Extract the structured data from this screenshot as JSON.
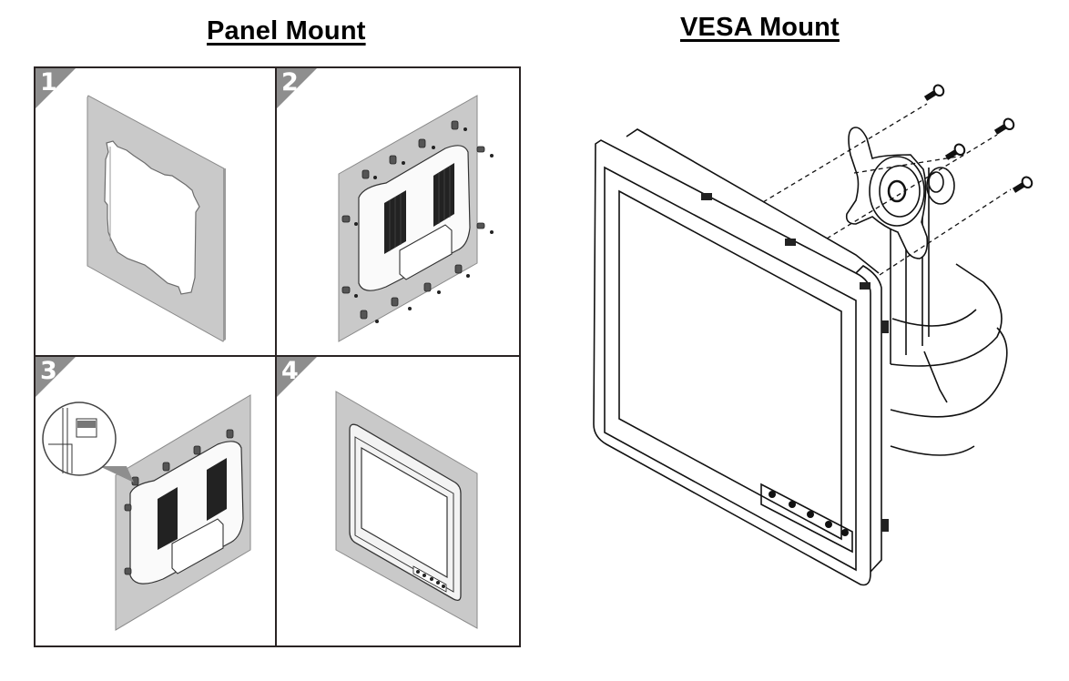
{
  "sections": {
    "panel_mount": {
      "title": "Panel Mount",
      "steps": [
        {
          "number": "1",
          "depicts": "panel cutout"
        },
        {
          "number": "2",
          "depicts": "insert unit and attach clamps with screws"
        },
        {
          "number": "3",
          "depicts": "tighten clamps against panel (detail inset)"
        },
        {
          "number": "4",
          "depicts": "front view of mounted display"
        }
      ]
    },
    "vesa_mount": {
      "title": "VESA Mount",
      "screw_count": 4,
      "depicts": "display attached to VESA stand with four screws"
    }
  },
  "colors": {
    "step_tab": "#8e8e8e",
    "panel_fill": "#c8c8c8",
    "line": "#1a1a1a"
  }
}
